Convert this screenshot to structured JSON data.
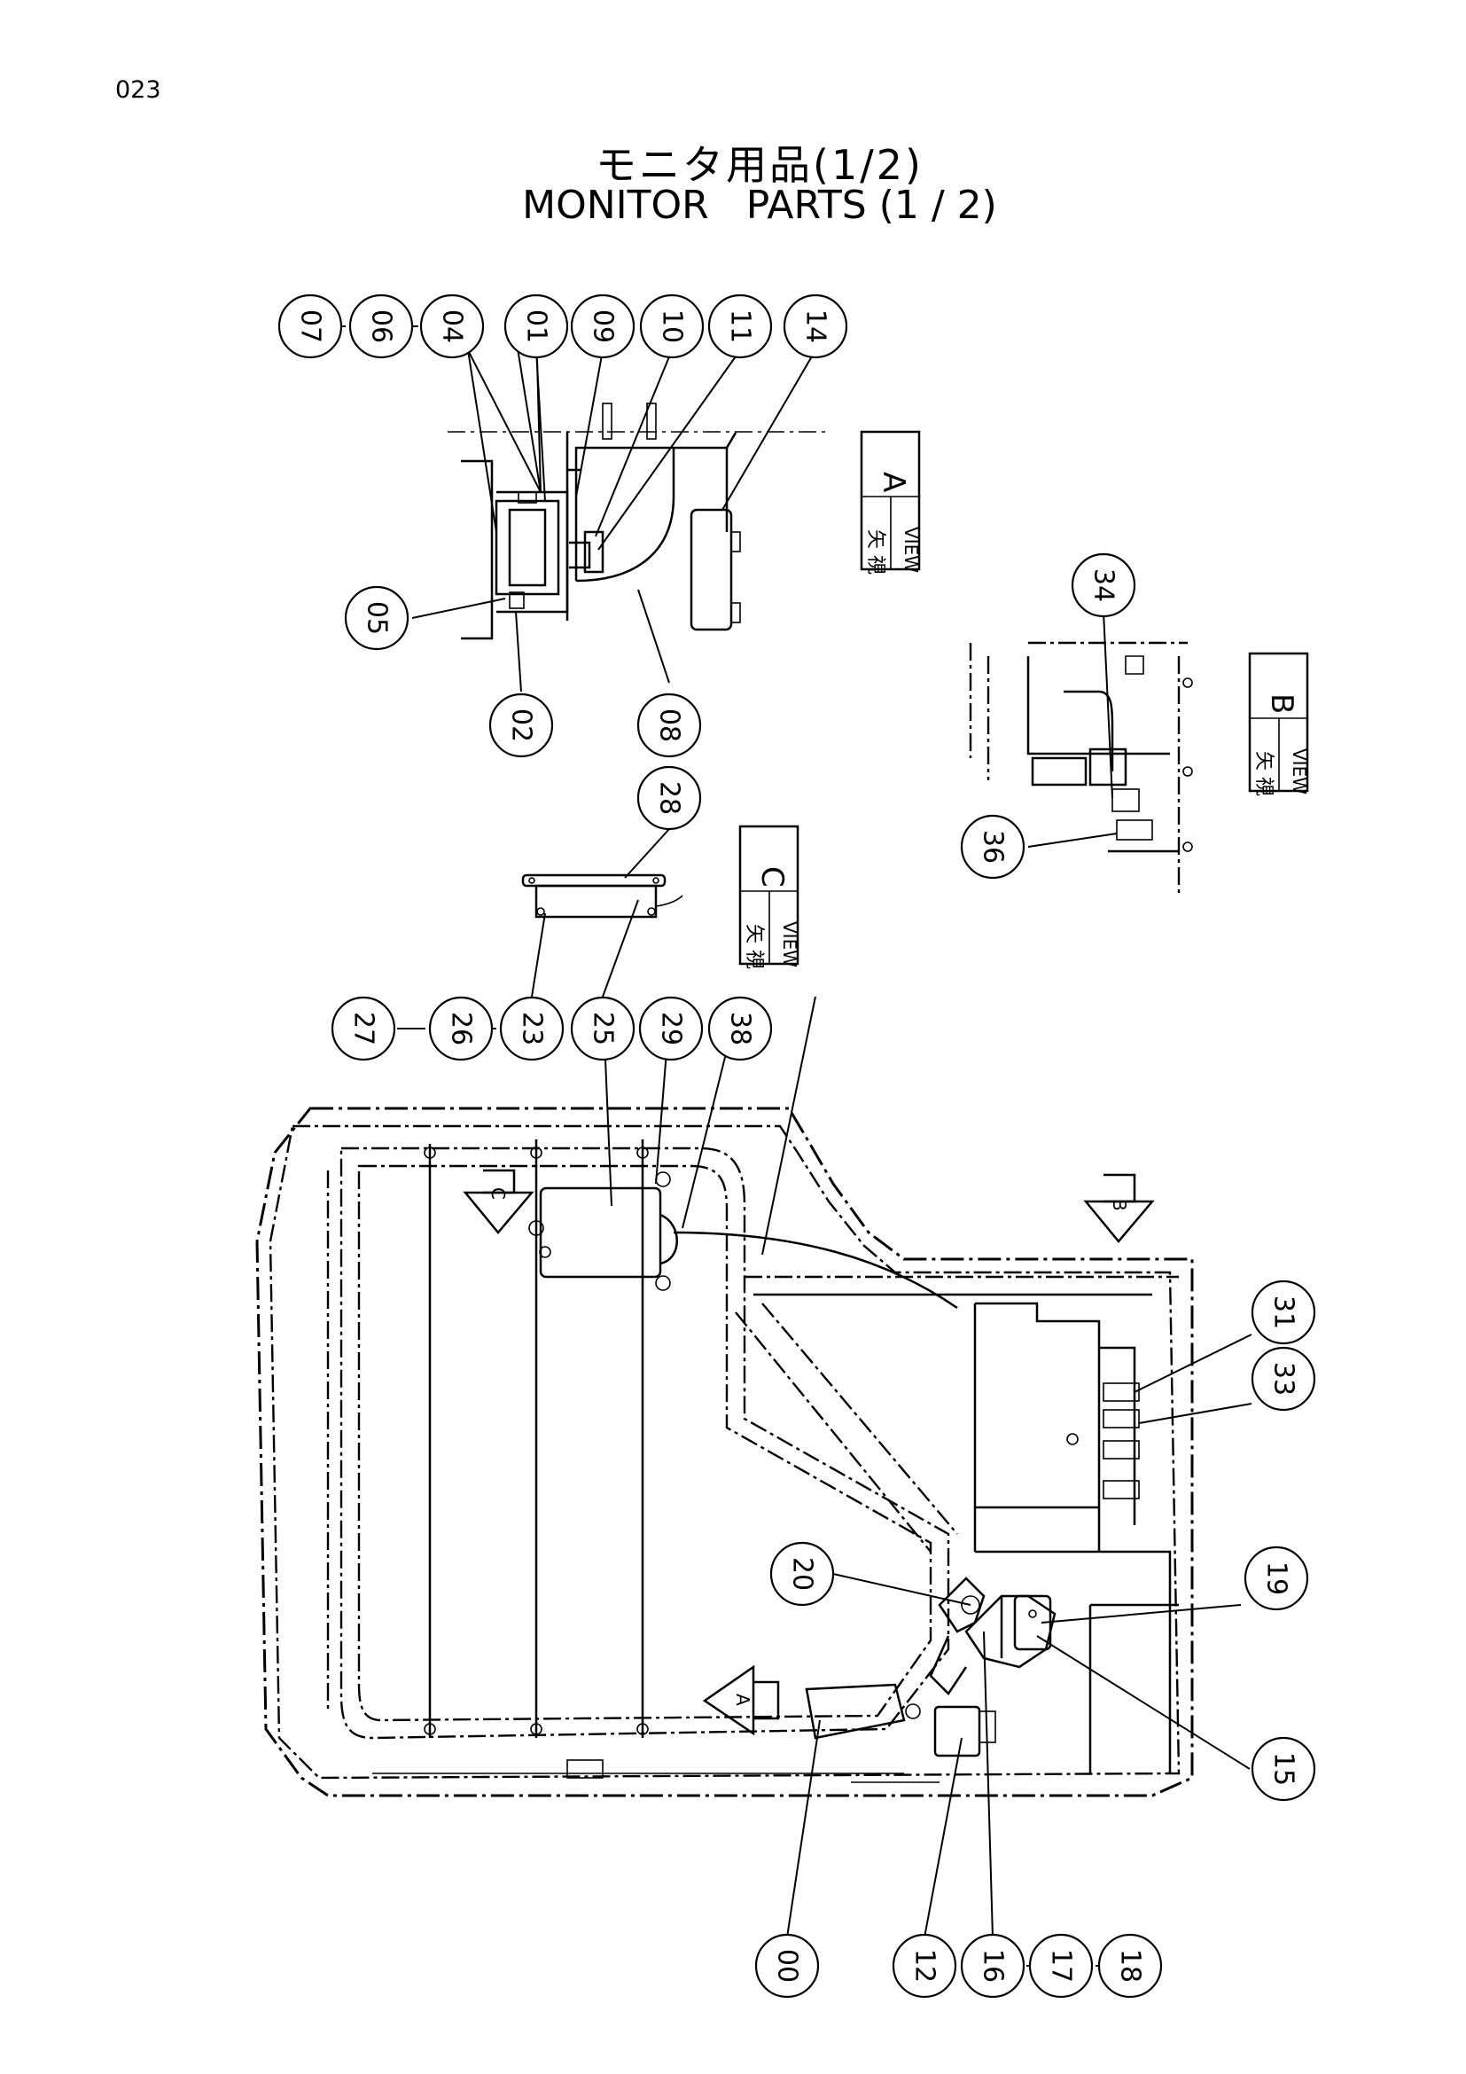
{
  "page_number": "023",
  "title_jp": "モニタ用品(1/2)",
  "title_en": "MONITOR   PARTS (1 / 2)",
  "callouts": [
    "07",
    "06",
    "04",
    "01",
    "09",
    "10",
    "11",
    "14",
    "05",
    "02",
    "08",
    "34",
    "36",
    "28",
    "27",
    "26",
    "23",
    "25",
    "29",
    "38",
    "31",
    "33",
    "20",
    "19",
    "15",
    "00",
    "12",
    "16",
    "17",
    "18"
  ],
  "views": [
    {
      "letter": "A",
      "jp": "矢 視",
      "en": "VIEW"
    },
    {
      "letter": "B",
      "jp": "矢 視",
      "en": "VIEW"
    },
    {
      "letter": "C",
      "jp": "矢 視",
      "en": "VIEW"
    }
  ],
  "direction_arrows": [
    "C",
    "B",
    "A"
  ]
}
